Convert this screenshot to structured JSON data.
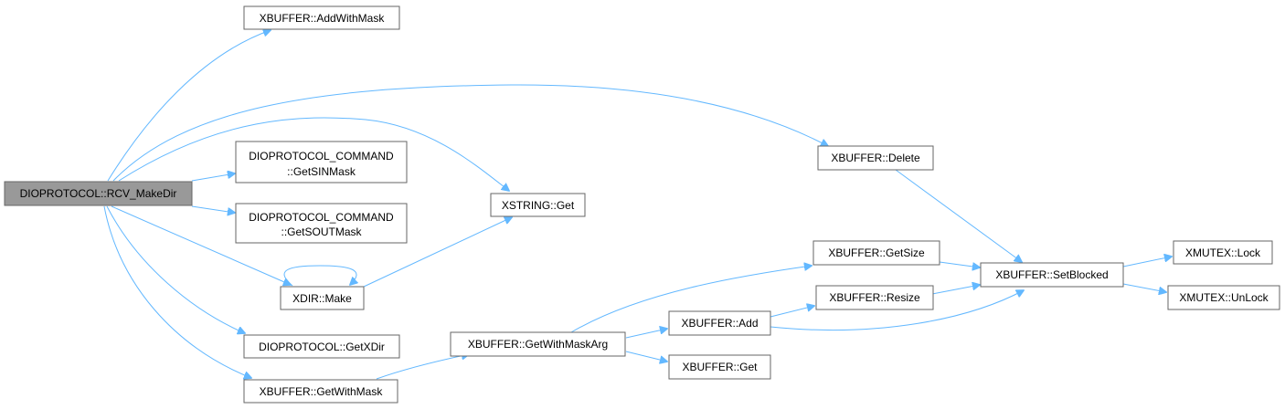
{
  "graph": {
    "root": "DIOPROTOCOL::RCV_MakeDir",
    "nodes": {
      "rcv_makedir": "DIOPROTOCOL::RCV_MakeDir",
      "addwithmask": "XBUFFER::AddWithMask",
      "delete": "XBUFFER::Delete",
      "getsinmask_l1": "DIOPROTOCOL_COMMAND",
      "getsinmask_l2": "::GetSINMask",
      "getsoutmask_l1": "DIOPROTOCOL_COMMAND",
      "getsoutmask_l2": "::GetSOUTMask",
      "xstring_get": "XSTRING::Get",
      "xdir_make": "XDIR::Make",
      "getxdir": "DIOPROTOCOL::GetXDir",
      "getwithmask": "XBUFFER::GetWithMask",
      "getwithmaskarg": "XBUFFER::GetWithMaskArg",
      "getsize": "XBUFFER::GetSize",
      "resize": "XBUFFER::Resize",
      "add": "XBUFFER::Add",
      "xbuffer_get": "XBUFFER::Get",
      "setblocked": "XBUFFER::SetBlocked",
      "lock": "XMUTEX::Lock",
      "unlock": "XMUTEX::UnLock"
    },
    "edges": [
      [
        "DIOPROTOCOL::RCV_MakeDir",
        "XBUFFER::AddWithMask"
      ],
      [
        "DIOPROTOCOL::RCV_MakeDir",
        "XBUFFER::Delete"
      ],
      [
        "DIOPROTOCOL::RCV_MakeDir",
        "DIOPROTOCOL_COMMAND::GetSINMask"
      ],
      [
        "DIOPROTOCOL::RCV_MakeDir",
        "DIOPROTOCOL_COMMAND::GetSOUTMask"
      ],
      [
        "DIOPROTOCOL::RCV_MakeDir",
        "XSTRING::Get"
      ],
      [
        "DIOPROTOCOL::RCV_MakeDir",
        "XDIR::Make"
      ],
      [
        "DIOPROTOCOL::RCV_MakeDir",
        "DIOPROTOCOL::GetXDir"
      ],
      [
        "DIOPROTOCOL::RCV_MakeDir",
        "XBUFFER::GetWithMask"
      ],
      [
        "XBUFFER::Delete",
        "XBUFFER::SetBlocked"
      ],
      [
        "XDIR::Make",
        "XDIR::Make"
      ],
      [
        "XDIR::Make",
        "XSTRING::Get"
      ],
      [
        "XBUFFER::GetWithMask",
        "XBUFFER::GetWithMaskArg"
      ],
      [
        "XBUFFER::GetWithMaskArg",
        "XBUFFER::GetSize"
      ],
      [
        "XBUFFER::GetWithMaskArg",
        "XBUFFER::Add"
      ],
      [
        "XBUFFER::GetWithMaskArg",
        "XBUFFER::Get"
      ],
      [
        "XBUFFER::Add",
        "XBUFFER::Resize"
      ],
      [
        "XBUFFER::Add",
        "XBUFFER::SetBlocked"
      ],
      [
        "XBUFFER::GetSize",
        "XBUFFER::SetBlocked"
      ],
      [
        "XBUFFER::Resize",
        "XBUFFER::SetBlocked"
      ],
      [
        "XBUFFER::SetBlocked",
        "XMUTEX::Lock"
      ],
      [
        "XBUFFER::SetBlocked",
        "XMUTEX::UnLock"
      ]
    ]
  },
  "colors": {
    "edge": "#63b8ff",
    "node_border": "#666666",
    "node_fill": "#ffffff",
    "root_fill": "#999999"
  }
}
